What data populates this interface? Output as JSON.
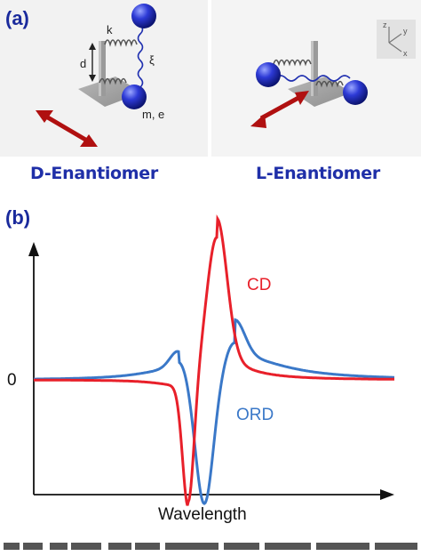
{
  "panel_a": {
    "label": "(a)",
    "left_scene": {
      "spring_label": "k",
      "distance_label": "d",
      "coupling_label": "ξ",
      "particle_label": "m, e",
      "caption": "D-Enantiomer"
    },
    "right_scene": {
      "caption": "L-Enantiomer",
      "axes": {
        "z": "z",
        "y": "y",
        "x": "x"
      }
    }
  },
  "panel_b": {
    "label": "(b)",
    "zero_tick": "0",
    "x_axis_title": "Wavelength",
    "cd_label": "CD",
    "ord_label": "ORD"
  },
  "colors": {
    "accent_blue": "#1f2fa8",
    "cd_red": "#e8202a",
    "ord_blue": "#3a78c8",
    "sphere_blue": "#2d3ad6"
  },
  "chart_data": {
    "type": "line",
    "title": "",
    "xlabel": "Wavelength",
    "ylabel": "",
    "yticks": [
      "0"
    ],
    "series": [
      {
        "name": "CD",
        "description_points": [
          [
            -5,
            0.0
          ],
          [
            -2,
            -0.02
          ],
          [
            -1,
            -0.15
          ],
          [
            -0.5,
            -0.6
          ],
          [
            -0.25,
            -1.0
          ],
          [
            0,
            -1.2
          ],
          [
            0.25,
            -0.4
          ],
          [
            0.5,
            0.6
          ],
          [
            0.8,
            1.3
          ],
          [
            1.0,
            1.6
          ],
          [
            1.2,
            1.3
          ],
          [
            1.6,
            0.4
          ],
          [
            2,
            0.12
          ],
          [
            3,
            0.03
          ],
          [
            5,
            0.01
          ]
        ]
      },
      {
        "name": "ORD",
        "description_points": [
          [
            -5,
            0.0
          ],
          [
            -2,
            0.05
          ],
          [
            -1,
            0.28
          ],
          [
            -0.3,
            0.18
          ],
          [
            0,
            -1.0
          ],
          [
            0.3,
            -1.05
          ],
          [
            0.7,
            -0.1
          ],
          [
            1.0,
            0.35
          ],
          [
            1.4,
            0.25
          ],
          [
            2,
            0.14
          ],
          [
            3,
            0.08
          ],
          [
            5,
            0.05
          ]
        ]
      }
    ]
  }
}
